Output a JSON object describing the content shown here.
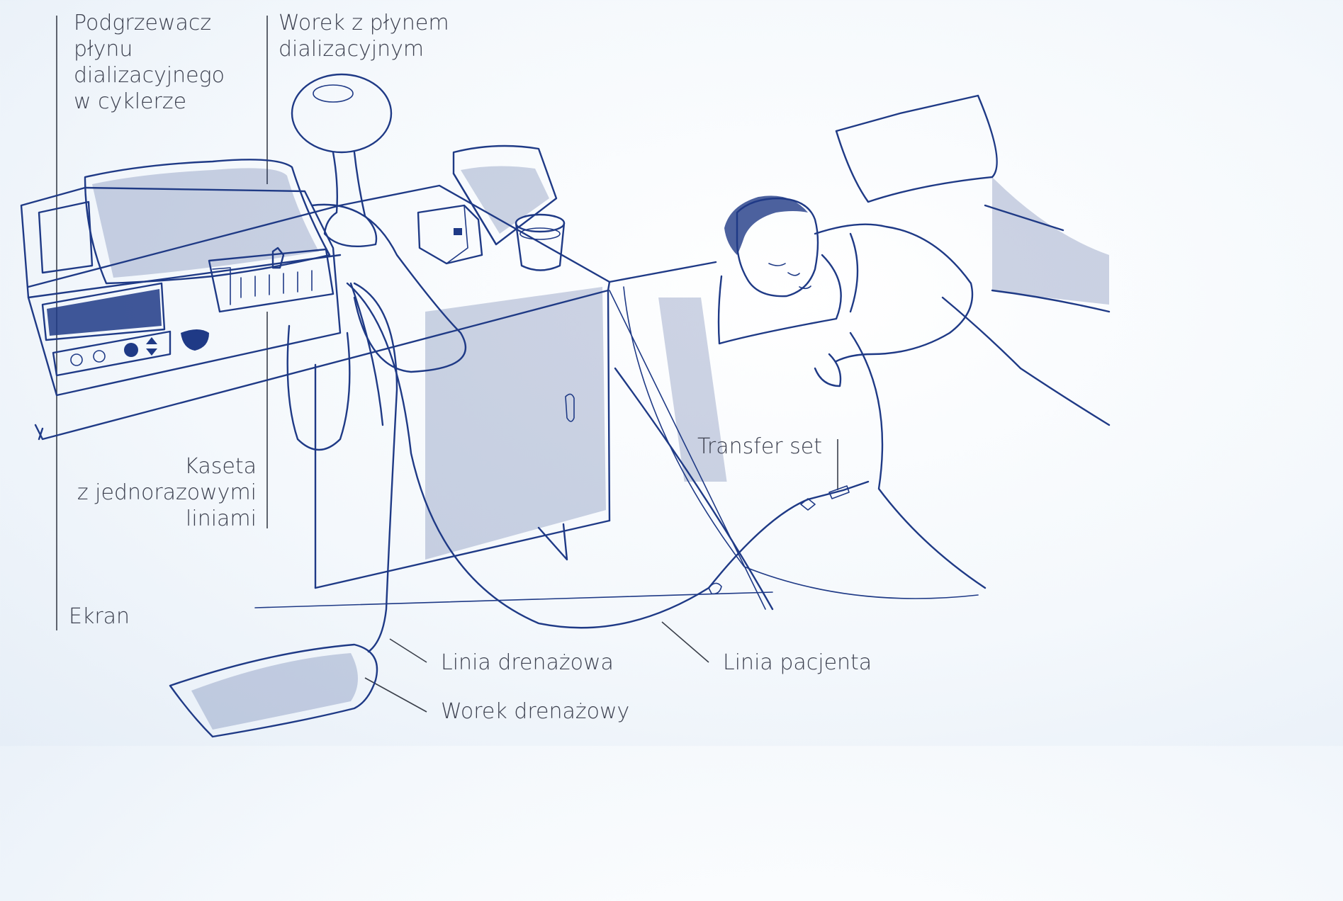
{
  "labels": {
    "heater": [
      "Podgrzewacz",
      "płynu",
      "dializacyjnego",
      "w cyklerze"
    ],
    "fluid_bag": [
      "Worek z płynem",
      "dializacyjnym"
    ],
    "cassette": [
      "Kaseta",
      "z jednorazowymi",
      "liniami"
    ],
    "screen": "Ekran",
    "transfer_set": "Transfer set",
    "drain_line": "Linia drenażowa",
    "patient_line": "Linia pacjenta",
    "drain_bag": "Worek drenażowy"
  },
  "colors": {
    "ink": "#1f3a86",
    "label_text": "#3d4150",
    "background": "#f4f8fc"
  }
}
